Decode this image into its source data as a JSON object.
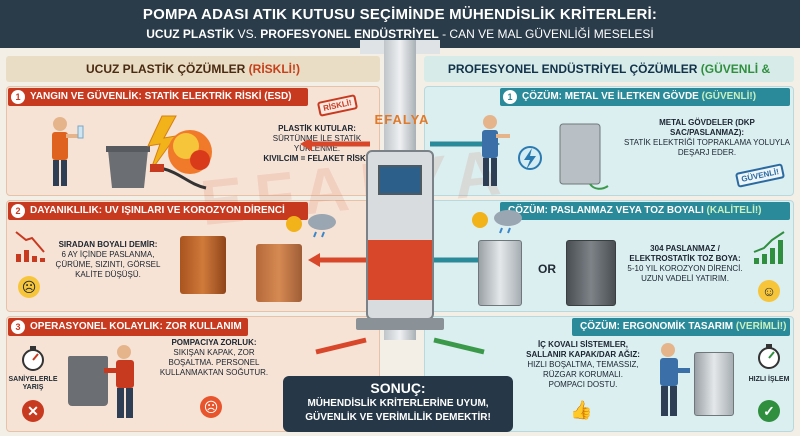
{
  "header": {
    "title": "POMPA ADASI ATIK KUTUSU SEÇİMİNDE MÜHENDİSLİK KRİTERLERİ:",
    "subtitle_a": "UCUZ PLASTİK",
    "subtitle_vs": " VS. ",
    "subtitle_b": "PROFESYONEL ENDÜSTRİYEL",
    "subtitle_c": " - CAN VE MAL GÜVENLİĞİ MESELESİ"
  },
  "left": {
    "heading": "UCUZ PLASTİK ÇÖZÜMLER ",
    "heading_tag": "(RİSKLİ!)",
    "sections": [
      {
        "num": "1",
        "title": "YANGIN VE GÜVENLİK: STATİK ELEKTRİK RİSKİ (ESD)",
        "text_bold": "PLASTİK KUTULAR:",
        "text": "SÜRTÜNME İLE STATİK YÜKLENME.",
        "text_bold2": "KIVILCIM = FELAKET RİSKİ!",
        "stamp": "RİSKLİ!"
      },
      {
        "num": "2",
        "title": "DAYANIKLILIK: UV IŞINLARI VE KOROZYON DİRENCİ",
        "text_bold": "SIRADAN BOYALI DEMİR:",
        "text": "6 AY İÇİNDE PASLANMA, ÇÜRÜME, SIZINTI, GÖRSEL KALİTE DÜŞÜŞÜ."
      },
      {
        "num": "3",
        "title": "OPERASYONEL KOLAYLIK: ZOR KULLANIM",
        "text_bold": "POMPACIYA ZORLUK:",
        "text": "SIKIŞAN KAPAK, ZOR BOŞALTMA. PERSONEL KULLANMAKTAN SOĞUTUR.",
        "side_label": "SANİYELERLE YARIŞ"
      }
    ]
  },
  "right": {
    "heading": "PROFESYONEL ENDÜSTRİYEL ÇÖZÜMLER ",
    "heading_tag": "(GÜVENLİ & KALİTELİ!)",
    "sections": [
      {
        "num": "1",
        "title": "ÇÖZÜM: METAL VE İLETKEN GÖVDE ",
        "title_tag": "(GÜVENLİ!)",
        "text_bold": "METAL GÖVDELER (DKP SAC/PASLANMAZ):",
        "text": "STATİK ELEKTRİĞİ TOPRAKLAMA YOLUYLA DEŞARJ EDER.",
        "stamp": "GÜVENLİ!"
      },
      {
        "num": "",
        "title": "ÇÖZÜM: PASLANMAZ VEYA TOZ BOYALI ",
        "title_tag": "(KALİTELİ!)",
        "text_bold": "304 PASLANMAZ / ELEKTROSTATİK TOZ BOYA:",
        "text": "5-10 YIL KOROZYON DİRENCİ. UZUN VADELİ YATIRIM.",
        "or": "OR"
      },
      {
        "num": "",
        "title": "ÇÖZÜM: ERGONOMİK TASARIM ",
        "title_tag": "(VERİMLİ!)",
        "text_bold": "İÇ KOVALI SİSTEMLER, SALLANIR KAPAK/DAR AĞIZ:",
        "text": "HIZLI BOŞALTMA, TEMASSIZ, RÜZGAR KORUMALI. POMPACI DOSTU.",
        "side_label": "HIZLI İŞLEM"
      }
    ]
  },
  "center": {
    "brand": "EFALYA",
    "watermark": "EFALYA"
  },
  "conclusion": {
    "title": "SONUÇ:",
    "line1": "MÜHENDİSLİK KRİTERLERİNE UYUM,",
    "line2": "GÜVENLİK VE VERİMLİLİK DEMEKTİR!"
  },
  "colors": {
    "danger": "#c73a1f",
    "safe": "#2b8a9a",
    "header_bg": "#2a3b4a"
  }
}
